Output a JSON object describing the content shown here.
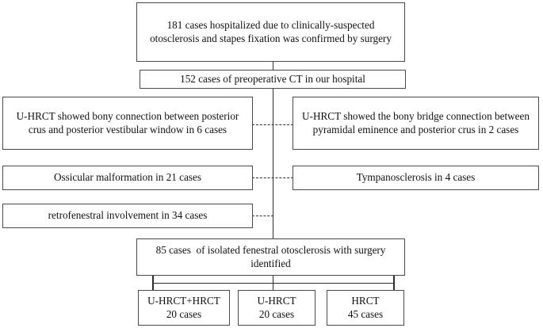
{
  "diagram": {
    "type": "flowchart",
    "title": "Patient selection flowchart for otosclerosis CT study",
    "colors": {
      "box_border": "#4a4a4a",
      "connector": "#2e2e2e",
      "background": "#ffffff",
      "text": "#111111"
    },
    "nodes": [
      {
        "id": "n1",
        "name": "hospitalized-cases-box",
        "text": "181 cases hospitalized due to clinically-suspected otosclerosis and stapes fixation was confirmed by surgery",
        "count": 181
      },
      {
        "id": "n2",
        "name": "preoperative-ct-box",
        "text": "152 cases of preoperative CT in our hospital",
        "count": 152
      },
      {
        "id": "n3",
        "name": "uhrct-bony-connection-box",
        "text": "U-HRCT showed bony connection between posterior crus and posterior vestibular window in 6 cases",
        "count": 6
      },
      {
        "id": "n4",
        "name": "uhrct-bony-bridge-box",
        "text": "U-HRCT showed the bony bridge connection between pyramidal eminence and posterior crus in 2 cases",
        "count": 2
      },
      {
        "id": "n5",
        "name": "ossicular-malformation-box",
        "text": "Ossicular malformation in 21 cases",
        "count": 21
      },
      {
        "id": "n6",
        "name": "tympanosclerosis-box",
        "text": "Tympanosclerosis in 4 cases",
        "count": 4
      },
      {
        "id": "n7",
        "name": "retrofenestral-involvement-box",
        "text": "retrofenestral involvement in 34 cases",
        "count": 34
      },
      {
        "id": "n8",
        "name": "isolated-fenestral-otosclerosis-box",
        "text": "85 cases  of isolated fenestral otosclerosis with surgery identified",
        "count": 85
      },
      {
        "id": "n9",
        "name": "uhrct-plus-hrct-group-box",
        "text": "U-HRCT+HRCT\n20 cases",
        "count": 20
      },
      {
        "id": "n10",
        "name": "uhrct-group-box",
        "text": "U-HRCT\n20 cases",
        "count": 20
      },
      {
        "id": "n11",
        "name": "hrct-group-box",
        "text": "HRCT\n45 cases",
        "count": 45
      }
    ]
  }
}
